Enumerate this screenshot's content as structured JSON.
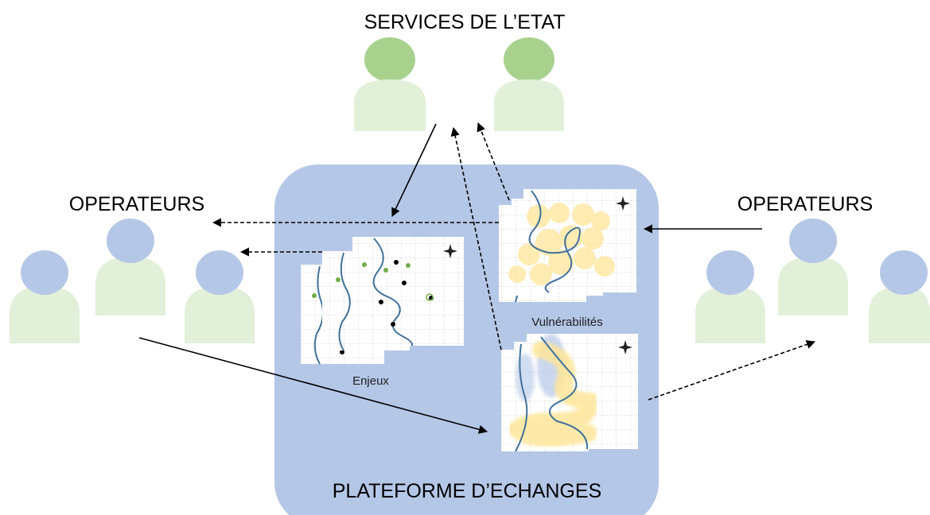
{
  "labels": {
    "state_services": "SERVICES DE L’ETAT",
    "operators_left": "OPERATEURS",
    "operators_right": "OPERATEURS",
    "platform": "PLATEFORME D’ECHANGES",
    "stakes_map": "Enjeux",
    "vulnerabilities_map": "Vulnérabilités"
  },
  "colors": {
    "platform_fill": "#b4c7e7",
    "state_head": "#a9d18e",
    "state_body": "#e2f0d9",
    "operator_head": "#b4c7e7",
    "operator_body": "#e2f0d9",
    "river": "#41719c",
    "hazard_yellow": "#ffe699",
    "point_green": "#70ad47",
    "point_black": "#000000"
  }
}
